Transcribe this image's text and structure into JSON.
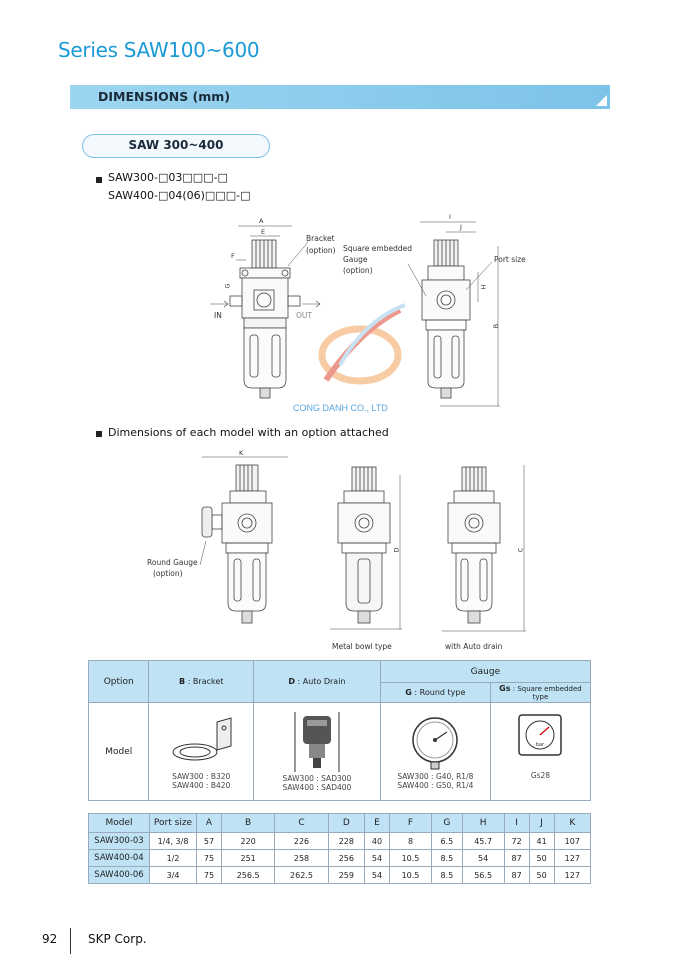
{
  "header": {
    "series_title": "Series SAW100~600"
  },
  "section": {
    "title": "DIMENSIONS (mm)",
    "subtitle": "SAW 300~400"
  },
  "model_codes": [
    "SAW300-□03□□□-□",
    "SAW400-□04(06)□□□-□"
  ],
  "diagram1": {
    "labels": {
      "bracket": "Bracket",
      "bracket_opt": "(option)",
      "gauge1": "Square embedded",
      "gauge2": "Gauge",
      "gauge_opt": "(option)",
      "port_size": "Port size",
      "in": "IN",
      "out": "OUT"
    },
    "dims": {
      "A": "A",
      "E": "E",
      "F": "F",
      "G": "G",
      "I": "I",
      "J": "J",
      "H": "H",
      "B": "B"
    }
  },
  "watermark": "CONG DANH CO., LTD",
  "option_heading": "Dimensions of each model with an option attached",
  "diagram2": {
    "round_gauge": "Round Gauge",
    "round_gauge_opt": "(option)",
    "metal_bowl": "Metal bowl type",
    "auto_drain": "with Auto drain",
    "dims": {
      "K": "K",
      "D": "D",
      "C": "C"
    }
  },
  "option_table": {
    "option_label": "Option",
    "bracket": {
      "code": "B",
      "name": ": Bracket"
    },
    "drain": {
      "code": "D",
      "name": ": Auto Drain"
    },
    "gauge_label": "Gauge",
    "round": {
      "code": "G",
      "name": ": Round type"
    },
    "square": {
      "code": "Gs",
      "name": ": Square embedded type"
    },
    "model_label": "Model",
    "bracket_models": [
      "SAW300 : B320",
      "SAW400 : B420"
    ],
    "drain_models": [
      "SAW300 : SAD300",
      "SAW400 : SAD400"
    ],
    "round_models": [
      "SAW300 : G40, R1/8",
      "SAW400 : G50, R1/4"
    ],
    "square_models": [
      "Gs28"
    ],
    "bar_text": "bar"
  },
  "dim_table": {
    "headers": [
      "Model",
      "Port size",
      "A",
      "B",
      "C",
      "D",
      "E",
      "F",
      "G",
      "H",
      "I",
      "J",
      "K"
    ],
    "rows": [
      [
        "SAW300-03",
        "1/4, 3/8",
        "57",
        "220",
        "226",
        "228",
        "40",
        "8",
        "6.5",
        "45.7",
        "72",
        "41",
        "107"
      ],
      [
        "SAW400-04",
        "1/2",
        "75",
        "251",
        "258",
        "256",
        "54",
        "10.5",
        "8.5",
        "54",
        "87",
        "50",
        "127"
      ],
      [
        "SAW400-06",
        "3/4",
        "75",
        "256.5",
        "262.5",
        "259",
        "54",
        "10.5",
        "8.5",
        "56.5",
        "87",
        "50",
        "127"
      ]
    ]
  },
  "footer": {
    "page": "92",
    "company": "SKP Corp."
  }
}
